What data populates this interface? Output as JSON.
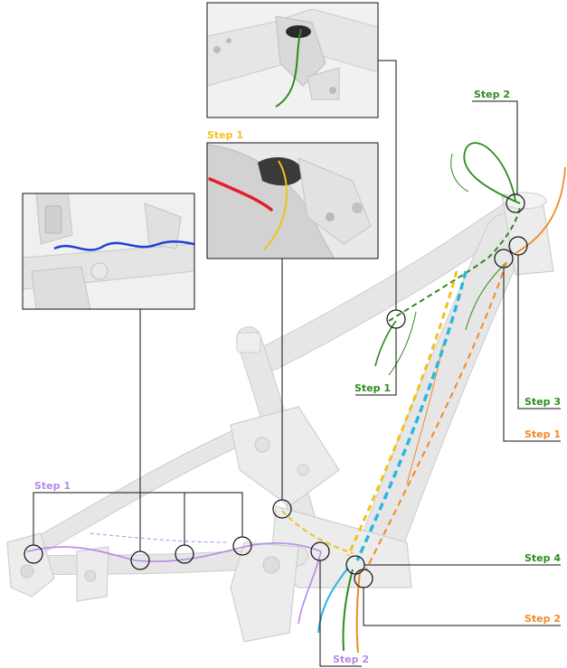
{
  "colors": {
    "green": "#2e8b1e",
    "orange": "#f08a24",
    "purple": "#b48ae6",
    "yellow": "#f2c21a",
    "cyan": "#2bb6e0",
    "blue": "#1f3fd8",
    "red": "#e0202a"
  },
  "labels": {
    "yellow_step1": "Step 1",
    "green_step2": "Step 2",
    "green_step1": "Step 1",
    "green_step3": "Step 3",
    "orange_step1": "Step 1",
    "green_step4": "Step 4",
    "orange_step2": "Step 2",
    "purple_step1": "Step 1",
    "purple_step2": "Step 2"
  }
}
